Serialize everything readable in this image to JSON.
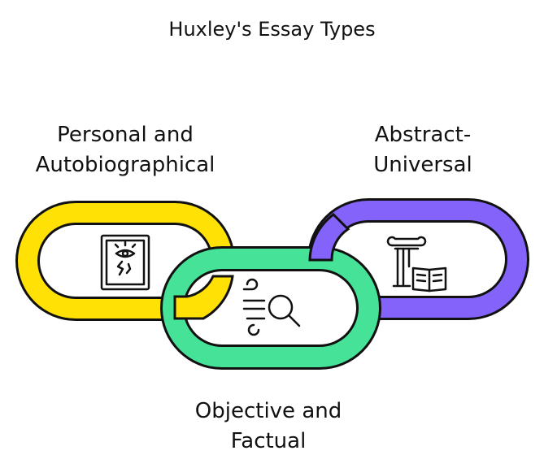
{
  "title": "Huxley's Essay Types",
  "links": [
    {
      "label": "Personal and\nAutobiographical",
      "color": "#FFE106",
      "icon": "framed-portrait-icon"
    },
    {
      "label": "Objective and\nFactual",
      "color": "#45E297",
      "icon": "magnifier-speed-icon"
    },
    {
      "label": "Abstract-\nUniversal",
      "color": "#8463FA",
      "icon": "column-book-icon"
    }
  ]
}
